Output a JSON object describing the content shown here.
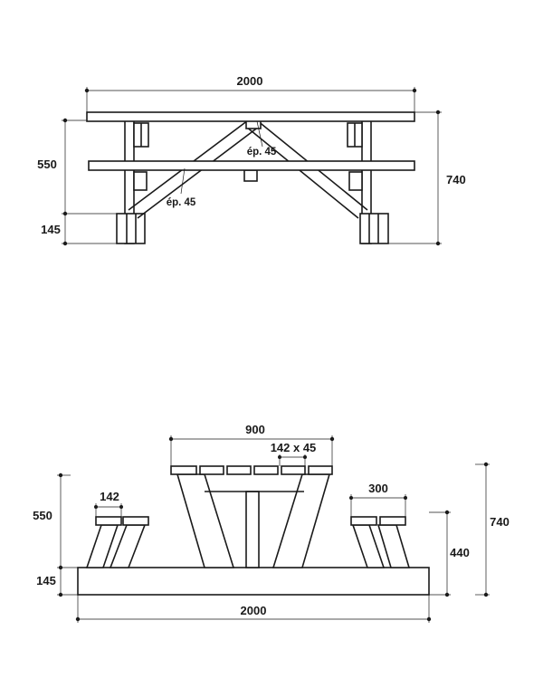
{
  "side_view": {
    "length_label": "2000",
    "seat_height_label": "550",
    "foot_height_label": "145",
    "total_height_label": "740",
    "top_thickness_label": "ép. 45",
    "brace_thickness_label": "ép. 45"
  },
  "end_view": {
    "table_width_label": "900",
    "plank_section_label": "142 x 45",
    "seat_plank_label": "142",
    "seat_width_label": "300",
    "seat_height_label": "550",
    "foot_height_label": "145",
    "seat_height_right_label": "440",
    "total_height_label": "740",
    "length_label": "2000"
  }
}
